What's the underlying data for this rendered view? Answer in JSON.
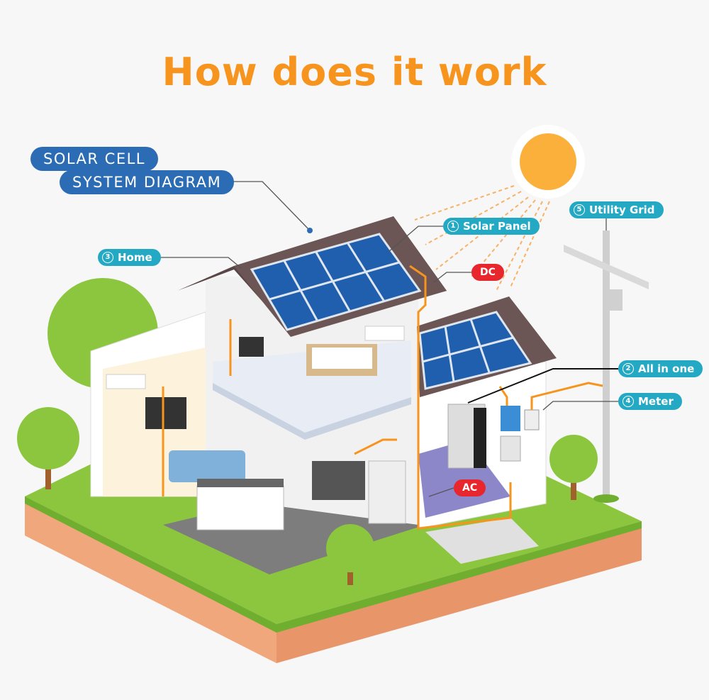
{
  "title": "How does it work",
  "heading": {
    "line1": "SOLAR CELL",
    "line2": "SYSTEM DIAGRAM"
  },
  "labels": [
    {
      "num": "1",
      "text": "Solar Panel"
    },
    {
      "num": "2",
      "text": "All in one"
    },
    {
      "num": "3",
      "text": "Home"
    },
    {
      "num": "4",
      "text": "Meter"
    },
    {
      "num": "5",
      "text": "Utility Grid"
    }
  ],
  "current": {
    "dc": "DC",
    "ac": "AC"
  },
  "colors": {
    "title": "#f7941d",
    "heading": "#2b6cb5",
    "tag": "#24a9c4",
    "current": "#e8262d",
    "wire": "#f7941d"
  }
}
